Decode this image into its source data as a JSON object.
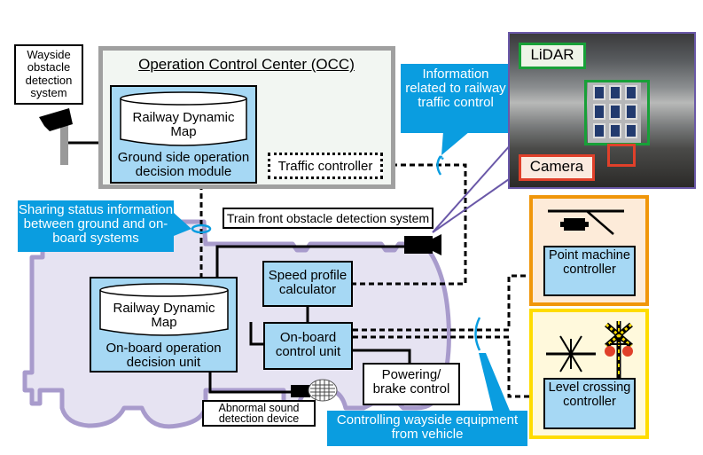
{
  "wayside": {
    "label": "Wayside obstacle detection system"
  },
  "occ": {
    "title": "Operation Control Center (OCC)",
    "rdm_label": "Railway Dynamic Map",
    "module_label": "Ground side operation decision module",
    "traffic_controller": "Traffic controller"
  },
  "callouts": {
    "traffic_info": "Information related to railway traffic control",
    "sharing_status": "Sharing status information between ground and on-board systems",
    "controlling_wayside": "Controlling wayside equipment from vehicle"
  },
  "photo": {
    "lidar_label": "LiDAR",
    "camera_label": "Camera"
  },
  "onboard": {
    "front_detection": "Train front obstacle detection system",
    "speed_profile": "Speed profile calculator",
    "rdm_label": "Railway Dynamic Map",
    "decision_unit": "On-board operation decision unit",
    "control_unit": "On-board control unit",
    "powering_brake": "Powering/ brake control",
    "abnormal_sound": "Abnormal sound detection device"
  },
  "wayside_equipment": {
    "point_machine": "Point machine controller",
    "level_crossing": "Level crossing controller"
  },
  "colors": {
    "callout_blue": "#0a9de0",
    "module_blue": "#a6d8f4",
    "train_fill": "#e6e3f2",
    "train_outline": "#a89bcc",
    "occ_border": "#a0a0a0",
    "occ_fill": "#f2f6f2",
    "point_border": "#f0960a",
    "point_fill": "#fdebd9",
    "crossing_border": "#ffdc00",
    "crossing_fill": "#fff9dc",
    "lidar_green": "#18a038",
    "camera_red": "#e0402a"
  }
}
